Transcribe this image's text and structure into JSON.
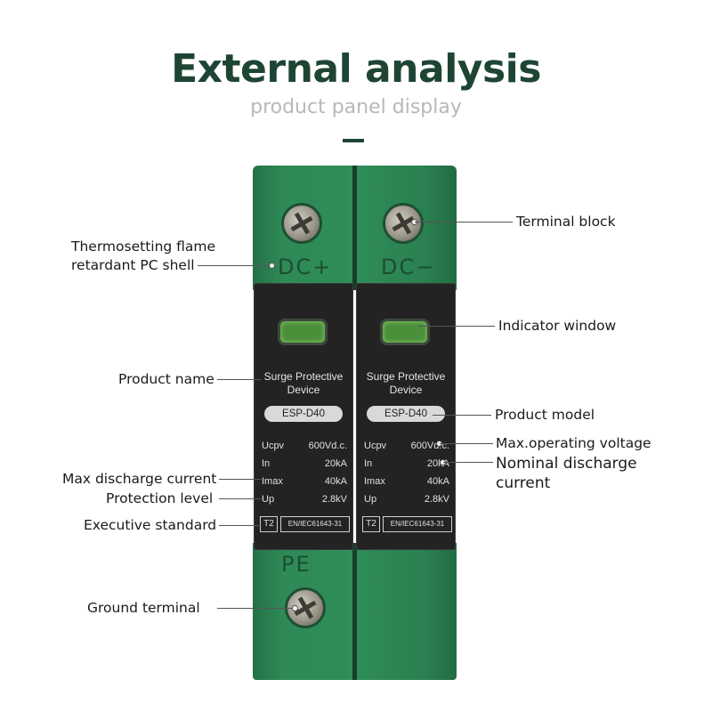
{
  "header": {
    "title": "External analysis",
    "subtitle": "product panel display"
  },
  "device": {
    "terminal_left": "DC+",
    "terminal_right": "DC−",
    "ground_label": "PE",
    "product_name_line1": "Surge Protective",
    "product_name_line2": "Device",
    "model": "ESP-D40",
    "specs": [
      {
        "key": "Ucpv",
        "value": "600Vd.c."
      },
      {
        "key": "In",
        "value": "20kA"
      },
      {
        "key": "Imax",
        "value": "40kA"
      },
      {
        "key": "Up",
        "value": "2.8kV"
      }
    ],
    "class": "T2",
    "standard": "EN/IEC61643-31"
  },
  "callouts": {
    "shell_line1": "Thermosetting flame",
    "shell_line2": "retardant PC shell",
    "product_name": "Product name",
    "max_discharge": "Max discharge current",
    "protection_level": "Protection level",
    "executive_standard": "Executive standard",
    "ground_terminal": "Ground terminal",
    "terminal_block": "Terminal block",
    "indicator_window": "Indicator window",
    "product_model": "Product model",
    "max_operating_voltage": "Max.operating voltage",
    "nominal_line1": "Nominal discharge",
    "nominal_line2": "current"
  },
  "colors": {
    "title": "#1e4533",
    "subtitle": "#b8b8b8",
    "housing_green": "#2b8553",
    "module_black": "#232323"
  }
}
